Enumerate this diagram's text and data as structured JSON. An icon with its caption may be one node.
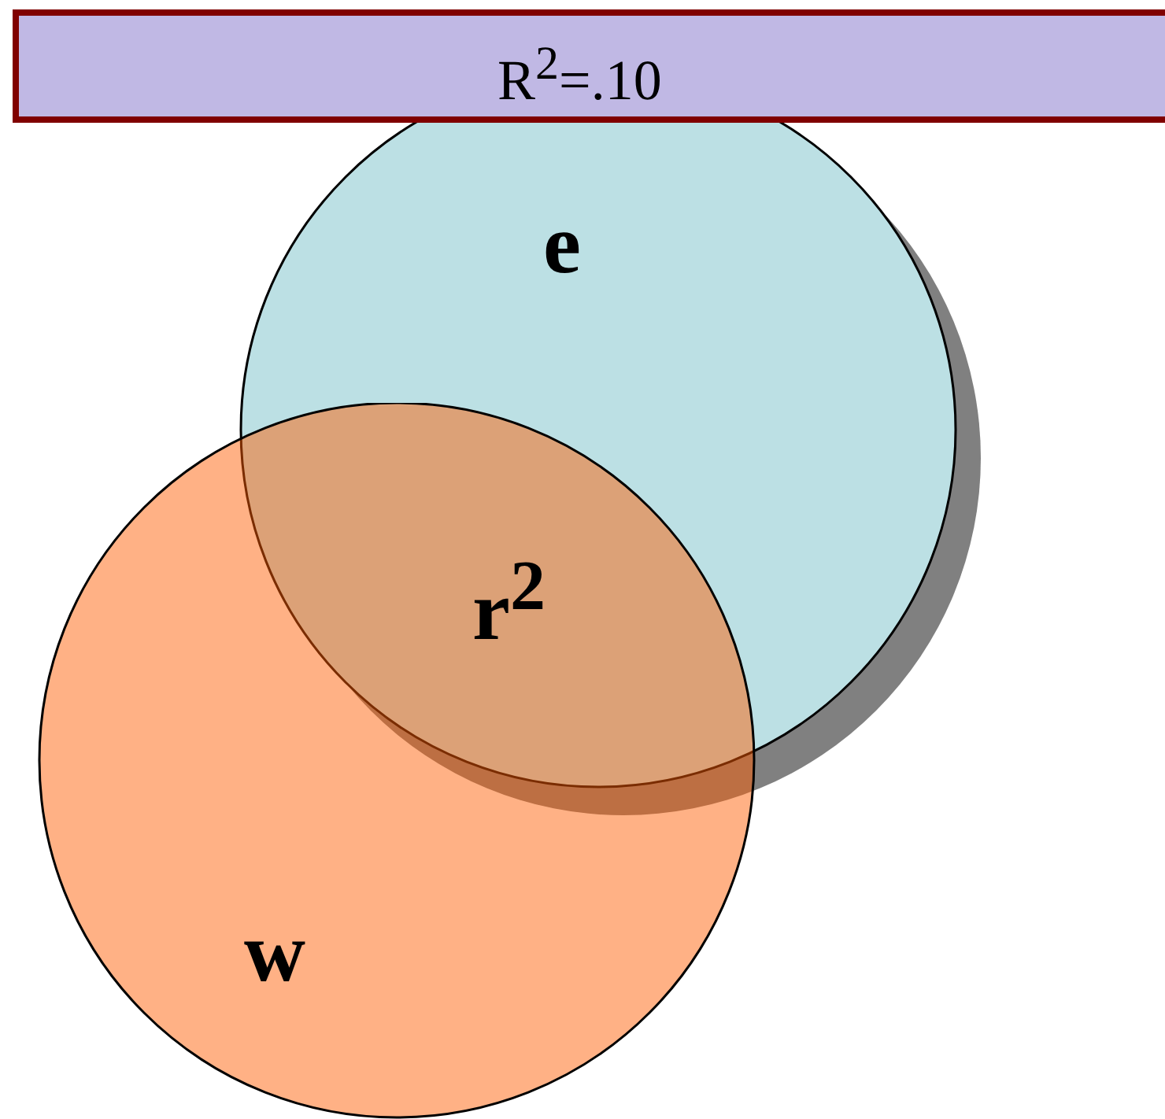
{
  "diagram": {
    "title": "R$^{2}$=.10",
    "nodes": [
      {
        "text": [
          "e"
        ]
      },
      {
        "text": [
          "w"
        ]
      }
    ],
    "labels": [
      "r$^{2}$"
    ]
  }
}
